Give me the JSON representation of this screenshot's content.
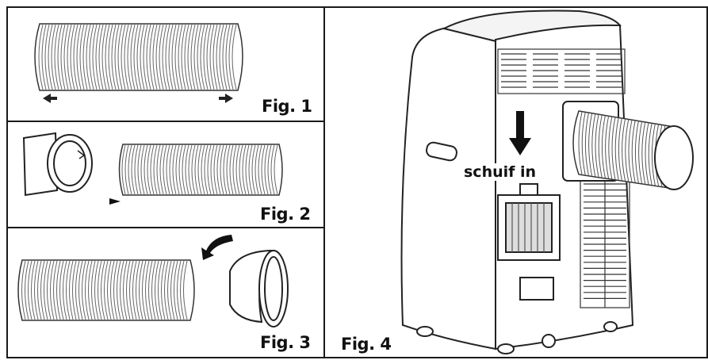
{
  "figures": [
    {
      "caption": "Fig. 1"
    },
    {
      "caption": "Fig. 2"
    },
    {
      "caption": "Fig. 3"
    },
    {
      "caption": "Fig. 4",
      "callout": "schuif in"
    }
  ],
  "icons": [
    "hose-icon",
    "window-adapter-icon",
    "rotate-arrow-icon",
    "air-conditioner-icon",
    "down-arrow-icon"
  ],
  "colors": {
    "line": "#1a1a1a",
    "hose_stroke": "#555555",
    "background": "#ffffff"
  }
}
